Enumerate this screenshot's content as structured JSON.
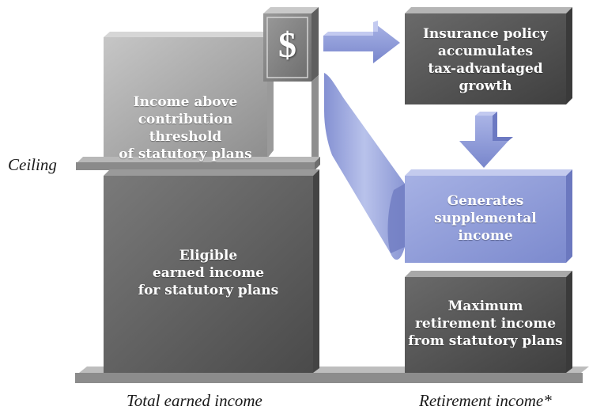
{
  "left_column": {
    "upper_box": [
      "Income above",
      "contribution threshold",
      "of statutory plans"
    ],
    "lower_box": [
      "Eligible",
      "earned income",
      "for statutory plans"
    ],
    "dollar_symbol": "$",
    "ceiling_label": "Ceiling",
    "caption": "Total earned income"
  },
  "right_column": {
    "policy_box": [
      "Insurance policy",
      "accumulates",
      "tax-advantaged",
      "growth"
    ],
    "supplemental_box": [
      "Generates",
      "supplemental",
      "income"
    ],
    "statutory_box": [
      "Maximum",
      "retirement income",
      "from statutory plans"
    ],
    "caption": "Retirement income*"
  },
  "colors": {
    "dark_box": "#5a5a5a",
    "light_box": "#a4a4a4",
    "blue_box": "#8a98d4",
    "arrow": "#8d9ad6",
    "ledge": "#8a8a8a"
  }
}
